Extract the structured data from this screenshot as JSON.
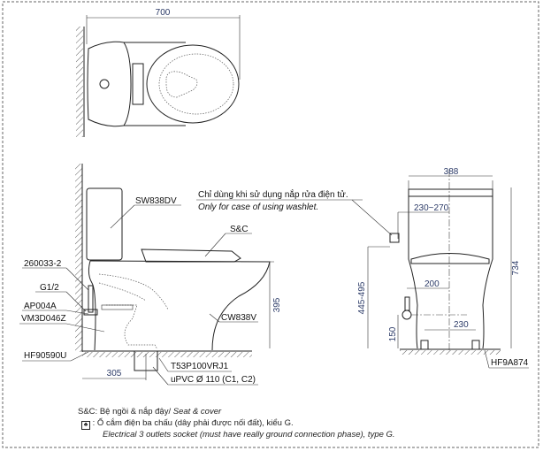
{
  "top_view": {
    "dim_length": "700"
  },
  "side_view": {
    "labels": {
      "tank": "SW838DV",
      "seat": "S&C",
      "bowl": "CW838V",
      "hose": "260033-2",
      "thread": "G1/2",
      "valve": "AP004A",
      "flange": "VM3D046Z",
      "bolt": "HF90590U",
      "adapter": "T53P100VRJ1",
      "pipe": "uPVC Ø 110 (C1, C2)"
    },
    "dim_height": "395",
    "dim_rough_in": "305"
  },
  "front_view": {
    "dim_width": "388",
    "dim_total_height": "734",
    "dim_socket_height": "445-495",
    "dim_socket_offset": "230~270",
    "dim_supply_offset": "200",
    "dim_supply_height": "150",
    "dim_bolt_spacing": "230",
    "fixing_label": "HF9A874"
  },
  "washlet_note": {
    "vi": "Chỉ dùng khi sử dụng nắp rửa điện tử.",
    "en": "Only for case of using washlet."
  },
  "legend": {
    "sc_key": "S&C:",
    "sc_vi": "Bệ ngồi & nắp đậy/",
    "sc_en": "Seat & cover",
    "socket_vi": ": Ổ cắm điện ba chấu (dây phải được nối đất), kiểu G.",
    "socket_en": "Electrical 3 outlets socket (must have really ground connection phase), type G."
  }
}
